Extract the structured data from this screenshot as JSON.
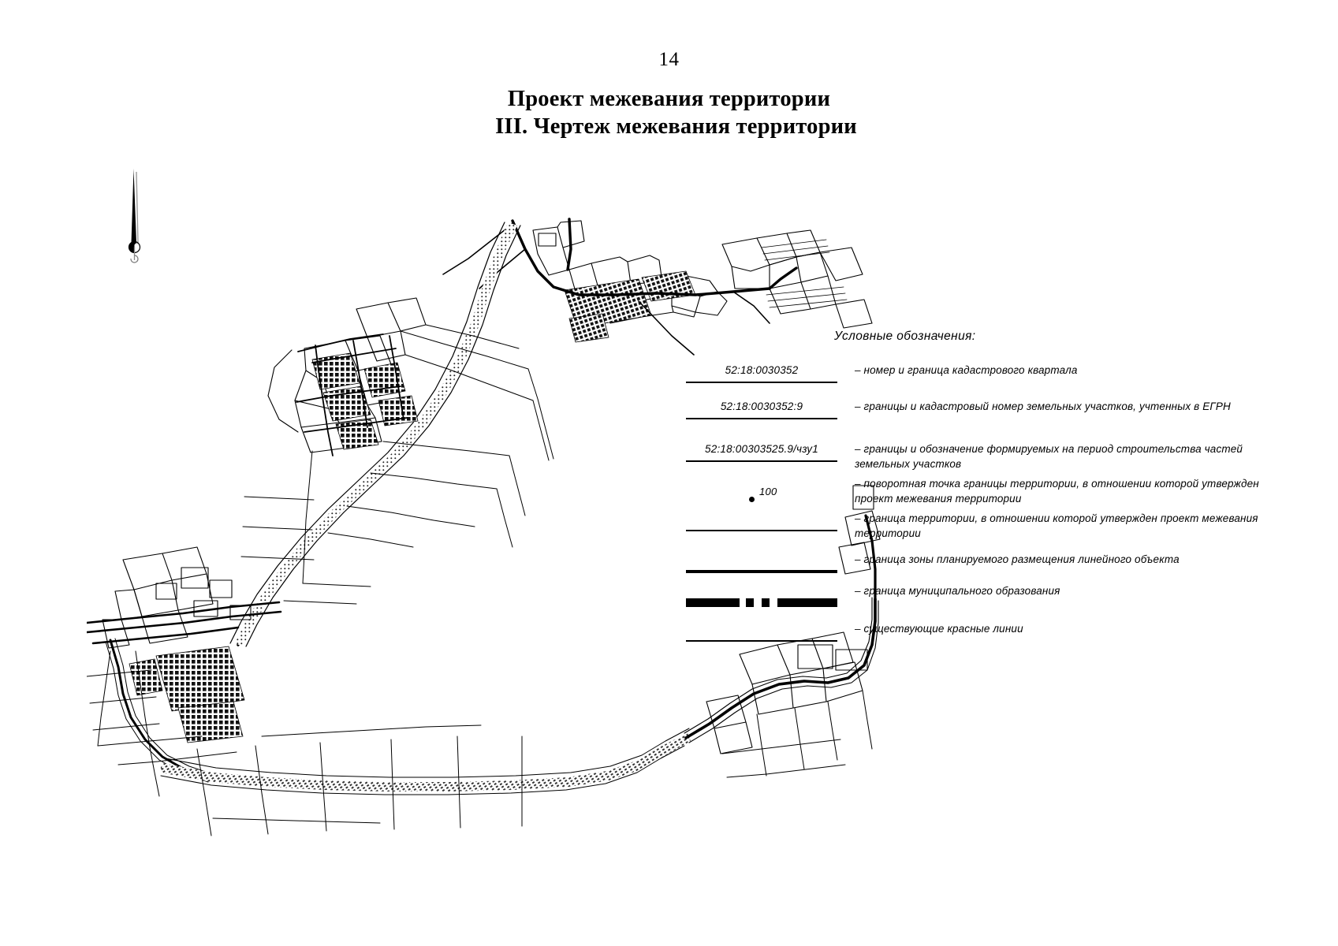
{
  "page": {
    "number": "14",
    "title_line1": "Проект межевания территории",
    "title_line2": "III.  Чертеж межевания территории"
  },
  "legend": {
    "title": "Условные обозначения:",
    "entries": [
      {
        "symbol": "line-thin",
        "symbol_label": "52:18:0030352",
        "description": "– номер и граница кадастрового квартала"
      },
      {
        "symbol": "line-thin",
        "symbol_label": "52:18:0030352:9",
        "description": "– границы и кадастровый номер земельных участков, учтенных в ЕГРН"
      },
      {
        "symbol": "line-med",
        "symbol_label": "52:18:00303525.9/чзу1",
        "description": "– границы и обозначение формируемых на период строительства частей земельных участков"
      },
      {
        "symbol": "point",
        "symbol_label": "100",
        "description": "– поворотная точка границы территории, в отношении которой утвержден проект межевания территории"
      },
      {
        "symbol": "line-thin",
        "symbol_label": "",
        "description": "– граница территории, в отношении которой утвержден проект межевания территории"
      },
      {
        "symbol": "line-thick",
        "symbol_label": "",
        "description": "–  граница зоны планируемого размещения линейного объекта"
      },
      {
        "symbol": "line-dashdot",
        "symbol_label": "",
        "description": "– граница муниципального образования"
      },
      {
        "symbol": "line-thin",
        "symbol_label": "",
        "description": "– существующие красные линии"
      }
    ]
  },
  "map": {
    "name": "Чертеж межевания территории",
    "north_arrow": "north-arrow"
  },
  "colors": {
    "ink": "#000000",
    "paper": "#ffffff"
  }
}
